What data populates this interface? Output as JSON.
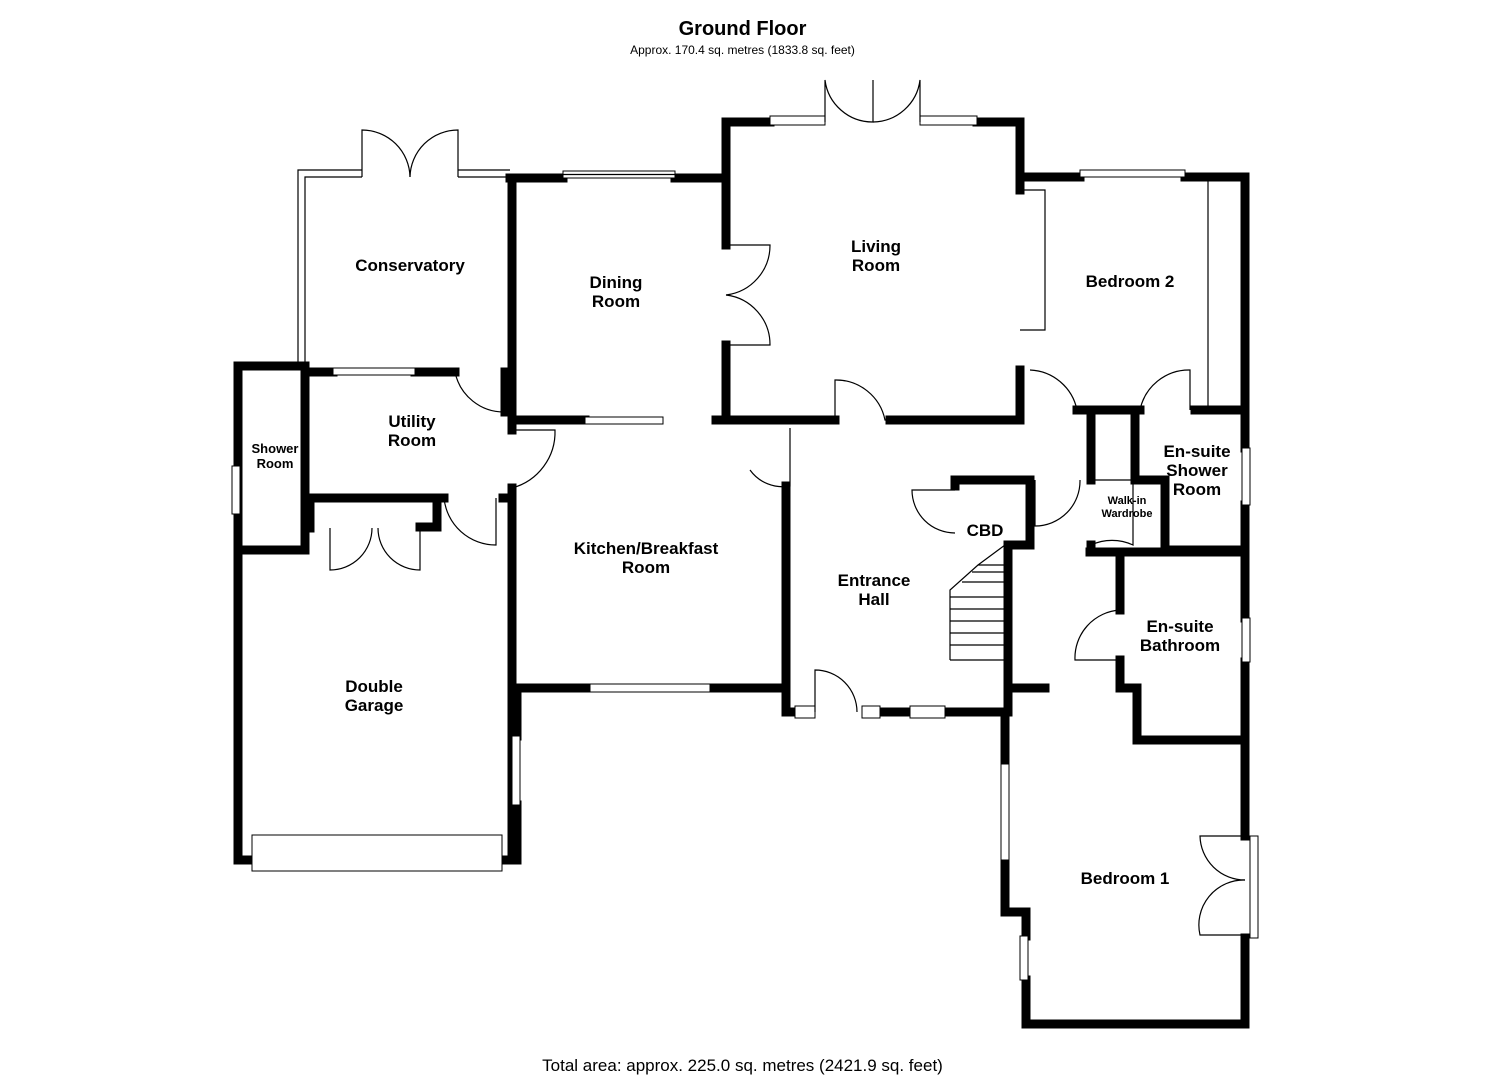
{
  "header": {
    "title": "Ground Floor",
    "subtitle": "Approx. 170.4 sq. metres (1833.8 sq. feet)"
  },
  "footer": {
    "total_area": "Total area: approx. 225.0 sq. metres (2421.9 sq. feet)"
  },
  "rooms": {
    "conservatory": [
      "Conservatory"
    ],
    "dining_room": [
      "Dining",
      "Room"
    ],
    "living_room": [
      "Living",
      "Room"
    ],
    "bedroom_2": [
      "Bedroom 2"
    ],
    "shower_room": [
      "Shower",
      "Room"
    ],
    "utility_room": [
      "Utility",
      "Room"
    ],
    "kitchen": [
      "Kitchen/Breakfast",
      "Room"
    ],
    "cbd": [
      "CBD"
    ],
    "entrance_hall": [
      "Entrance",
      "Hall"
    ],
    "walk_in_wardrobe": [
      "Walk-in",
      "Wardrobe"
    ],
    "ensuite_shower_room": [
      "En-suite",
      "Shower",
      "Room"
    ],
    "ensuite_bathroom": [
      "En-suite",
      "Bathroom"
    ],
    "double_garage": [
      "Double",
      "Garage"
    ],
    "bedroom_1": [
      "Bedroom 1"
    ]
  }
}
